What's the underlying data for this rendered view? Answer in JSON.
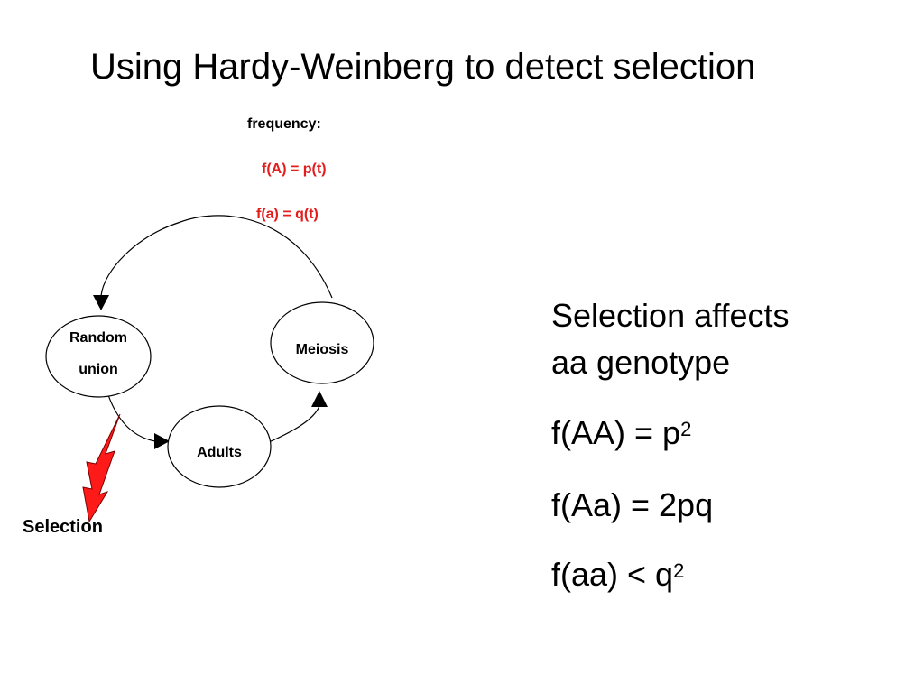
{
  "title": "Using Hardy-Weinberg to detect selection",
  "frequency": {
    "label": "frequency:",
    "fA": "f(A) = p(t)",
    "fa": "f(a) = q(t)"
  },
  "nodes": {
    "random_line1": "Random",
    "random_line2": "union",
    "meiosis": "Meiosis",
    "adults": "Adults"
  },
  "selection_label": "Selection",
  "right": {
    "heading_line1": "Selection affects",
    "heading_line2": "aa genotype",
    "fAA": "f(AA) = p",
    "fAA_exp": "2",
    "fAa": "f(Aa) = 2pq",
    "faa": "f(aa) < q",
    "faa_exp": "2"
  },
  "colors": {
    "accent_red": "#e31c1c"
  }
}
